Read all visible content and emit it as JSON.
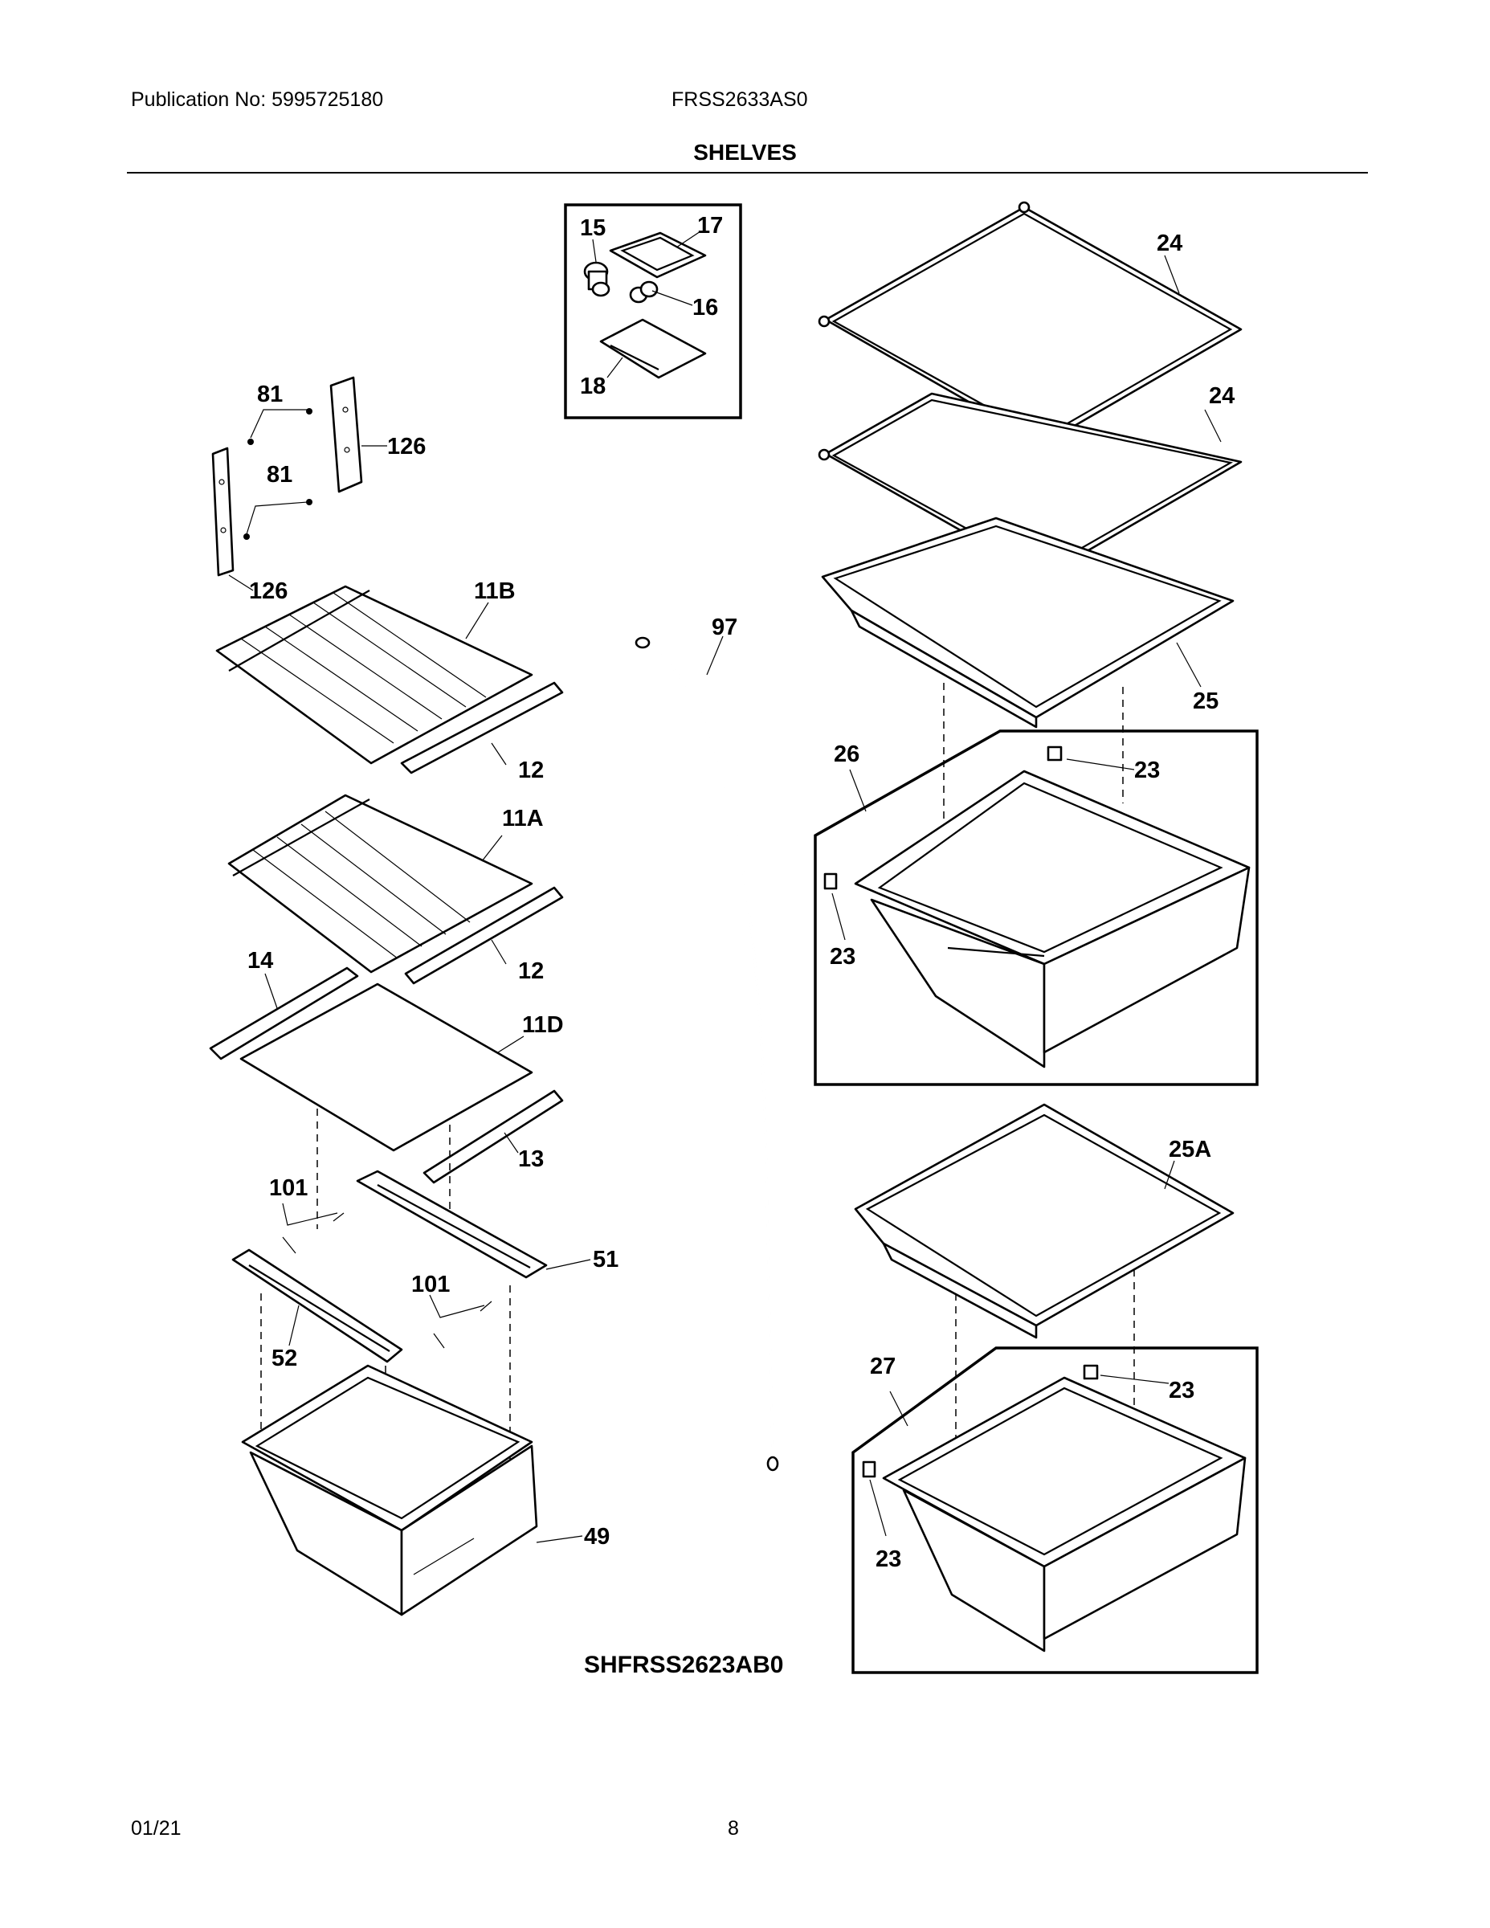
{
  "header": {
    "publication": "Publication No: 5995725180",
    "model": "FRSS2633AS0",
    "section_title": "SHELVES"
  },
  "diagram": {
    "code": "SHFRSS2623AB0",
    "callouts": {
      "c15": "15",
      "c17": "17",
      "c16": "16",
      "c18": "18",
      "c24a": "24",
      "c24b": "24",
      "c25": "25",
      "c26": "26",
      "c23a": "23",
      "c23b": "23",
      "c25a": "25A",
      "c27": "27",
      "c23c": "23",
      "c23d": "23",
      "c81a": "81",
      "c81b": "81",
      "c126a": "126",
      "c126b": "126",
      "c11b": "11B",
      "c12a": "12",
      "c11a": "11A",
      "c12b": "12",
      "c14": "14",
      "c11d": "11D",
      "c13": "13",
      "c97": "97",
      "c101a": "101",
      "c101b": "101",
      "c51": "51",
      "c52": "52",
      "c49": "49"
    }
  },
  "footer": {
    "date": "01/21",
    "page": "8"
  }
}
